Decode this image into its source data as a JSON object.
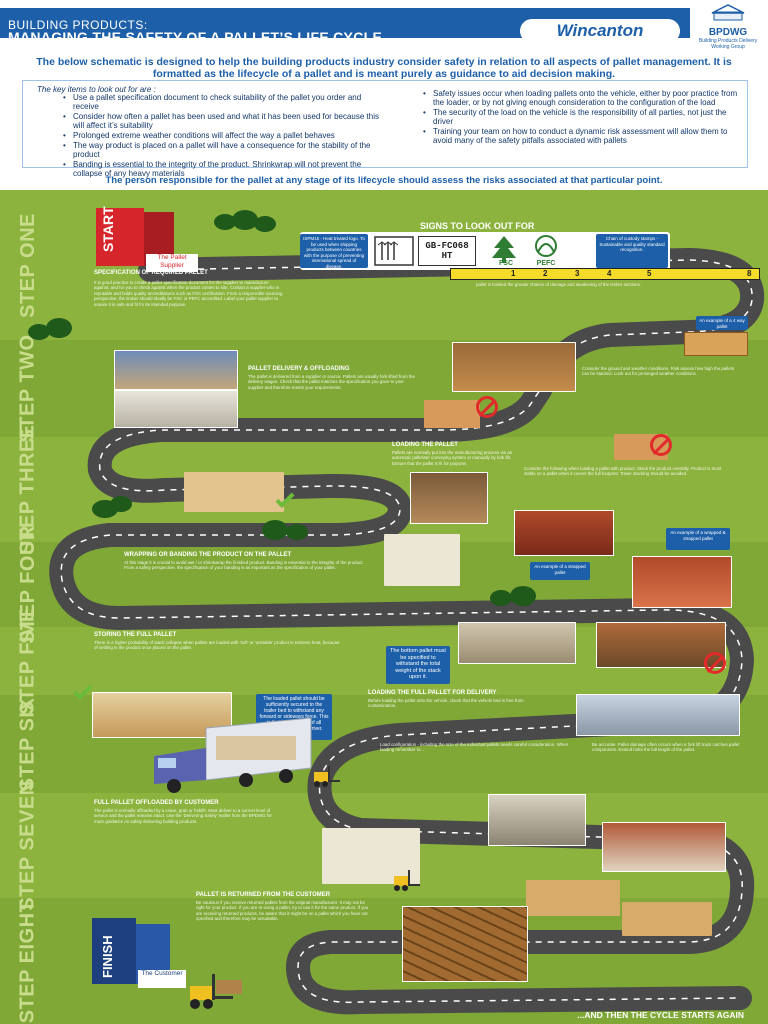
{
  "header": {
    "title_line1": "BUILDING PRODUCTS:",
    "title_line2": "MANAGING THE SAFETY OF A PALLET’S LIFE CYCLE",
    "brand_logo": "Wincanton",
    "partner_logo": "BPDWG",
    "partner_subtitle": "Building Products Delivery Working Group"
  },
  "intro": "The below schematic is designed to help the building products industry consider safety in relation to all aspects of pallet management.  It is formatted as the lifecycle of a pallet and is meant purely as guidance to aid decision making.",
  "key_items": {
    "title": "The key items to look out for are :",
    "left": [
      "Use a pallet specification document to check suitability of the pallet you order and receive",
      "Consider how often a pallet has been used and what it has been used for because this will affect it’s suitability",
      "Prolonged extreme weather conditions will affect the way a pallet behaves",
      "The way product is placed on a pallet will have a consequence for the stability of the product",
      "Banding is essential to the integrity of the product.  Shrinkwrap will not prevent the collapse of any heavy materials"
    ],
    "right": [
      "Safety issues occur when loading pallets onto the vehicle, either by poor practice from the loader, or by not giving enough consideration to the configuration of the load",
      "The security of the load on the vehicle is the responsibility of all parties, not just the driver",
      "Training your team on how to conduct a dynamic risk assessment will allow them to avoid many of the safety pitfalls associated with pallets"
    ]
  },
  "responsible": "The person responsible for the pallet at any stage of its lifecycle should assess the risks associated at that particular point.",
  "steps": [
    "STEP ONE",
    "STEP TWO",
    "STEP THREE",
    "STEP FOUR",
    "STEP FIVE",
    "STEP SIX",
    "STEP SEVEN",
    "STEP EIGHT"
  ],
  "signs": {
    "title": "SIGNS TO LOOK OUT FOR",
    "ispm_callout": "ISPM15 - Heat treated logo. To be used when shipping products between countries with the purpose of preventing international spread of disease.",
    "stamp_text": "GB-FC068 HT",
    "chain_callout": "Chain of custody stamps - Sustainable and quality standard recognition.",
    "fsc": "FSC",
    "pefc": "PEFC"
  },
  "ruler_numbers": [
    "1",
    "2",
    "3",
    "4",
    "5",
    "8"
  ],
  "start": {
    "label": "START",
    "caption": "The Pallet Supplier"
  },
  "finish": {
    "label": "FINISH",
    "caption": "The Customer"
  },
  "sections": {
    "s1_title": "SPECIFICATION OF REQUIRED PALLET",
    "s1_text": "It is good practice to create a pallet specification document for the supplier to manufacture against, and for you to check against when the product comes to site. Contact a supplier who is reputable and holds quality accreditations such as FSC certification. From a responsible sourcing perspective, the timber should ideally be FSC or PEFC accredited. Label your pallet supplier to ensure it is safe and fit for its intended purpose.",
    "s1_note": "pallet is hoisted the greater chance of damage and weakening of the timber sections.",
    "s1_example": "An example of a 4 way pallet",
    "s2_title": "PALLET DELIVERY & OFFLOADING",
    "s2_text": "The pallet is delivered from a supplier or source. Pallets are usually fork lifted from the delivery wagon. Check that the pallet matches the specification you gave to your supplier and therefore meets your requirements.",
    "s2_weather": "Consider the ground and weather conditions. Risk assess how high the pallets can be stacked. Look out for prolonged weather conditions.",
    "s3_title": "LOADING THE PALLET",
    "s3_text": "Pallets are normally put into the manufacturing process via an automatic palletiser conveying system or manually by fork lift. Ensure that the pallet is fit for purpose.",
    "s3_right": "Consider the following when loading a pallet with product: Stack the product centrally. Product is most stable on a pallet when it covers the full footprint. Tower stacking should be avoided.",
    "s4_title": "WRAPPING OR BANDING THE PRODUCT ON THE PALLET",
    "s4_text": "At this stage it is crucial to avoid wet / or shrinkwrap the finished product. Banding is essential to the integrity of the product. From a safety perspective, the specification of your banding is as important as the specification of your pallet.",
    "s4_example1": "An example of a wrapped & strapped pallet",
    "s4_example2": "An example of a strapped pallet",
    "s5_title": "STORING THE FULL PALLET",
    "s5_text": "There is a higher probability of stack collapse when pallets are loaded with 'soft' or 'unstable' product in extreme heat, because of settling in the product once placed on the pallet.",
    "s5_callout": "The bottom pallet must be specified to withstand the total weight of the stack upon it.",
    "s6_callout": "The loaded pallet should be sufficiently secured to the trailer bed  to withstand any forward or sideways force. This is the responsibility of all parties, not just the driver.",
    "s6_title": "LOADING THE FULL PALLET FOR DELIVERY",
    "s6_text": "Before loading the pallet onto the vehicle, check that the vehicle bed is free from contamination.",
    "s6_load": "Load configuration - including the size of the individual pallets needs careful consideration. When loading remember to...",
    "s6_right": "Be accurate. Pallet damage often occurs when a fork lift truck catches pallet components. Extend forks the full length of the pallet.",
    "s7_title": "FULL PALLET OFFLOADED BY CUSTOMER",
    "s7_text": "The pallet is normally offloaded by a crane, grab or forklift. Must deliver to a correct level of service and the pallet remains intact. Use the 'Delivering Safely' leaflet from the BPDWG for more guidance on safely delivering building products.",
    "s8_title": "PALLET IS RETURNED FROM THE CUSTOMER",
    "s8_text": "Be cautious if you receive returned pallets from the original manufacturer. It may not be right for your product. If you are re-using a pallet, try to use it for the same product. If you are receiving returned products, be aware that it might be on a pallet which you have not specified and therefore may be unsuitable."
  },
  "footer": "...AND THEN THE CYCLE STARTS AGAIN",
  "colors": {
    "brand_blue": "#1d5fa8",
    "green": "#8cb33e",
    "road": "#4a4a4a",
    "start_red": "#d7262b",
    "finish_blue": "#1d3f7d"
  }
}
